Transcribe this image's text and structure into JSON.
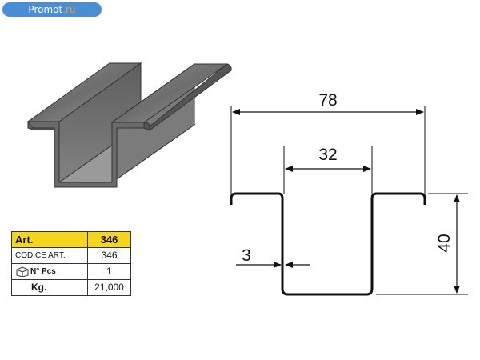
{
  "watermark": {
    "brand": "Promot",
    "domain": ".ru",
    "colors": {
      "background": "#4a8fd6",
      "domain": "#f39a2e"
    }
  },
  "drawing": {
    "dimensions": {
      "overall_width": "78",
      "inner_width": "32",
      "thickness": "3",
      "height": "40"
    }
  },
  "spec_table": {
    "header": {
      "label": "Art.",
      "value": "346",
      "color": "#f6d51f"
    },
    "rows": [
      {
        "label": "CODICE ART.",
        "value": "346"
      },
      {
        "label": "N° Pcs",
        "value": "1",
        "icon": "box-icon"
      },
      {
        "label": "Kg.",
        "value": "21,000"
      }
    ]
  }
}
